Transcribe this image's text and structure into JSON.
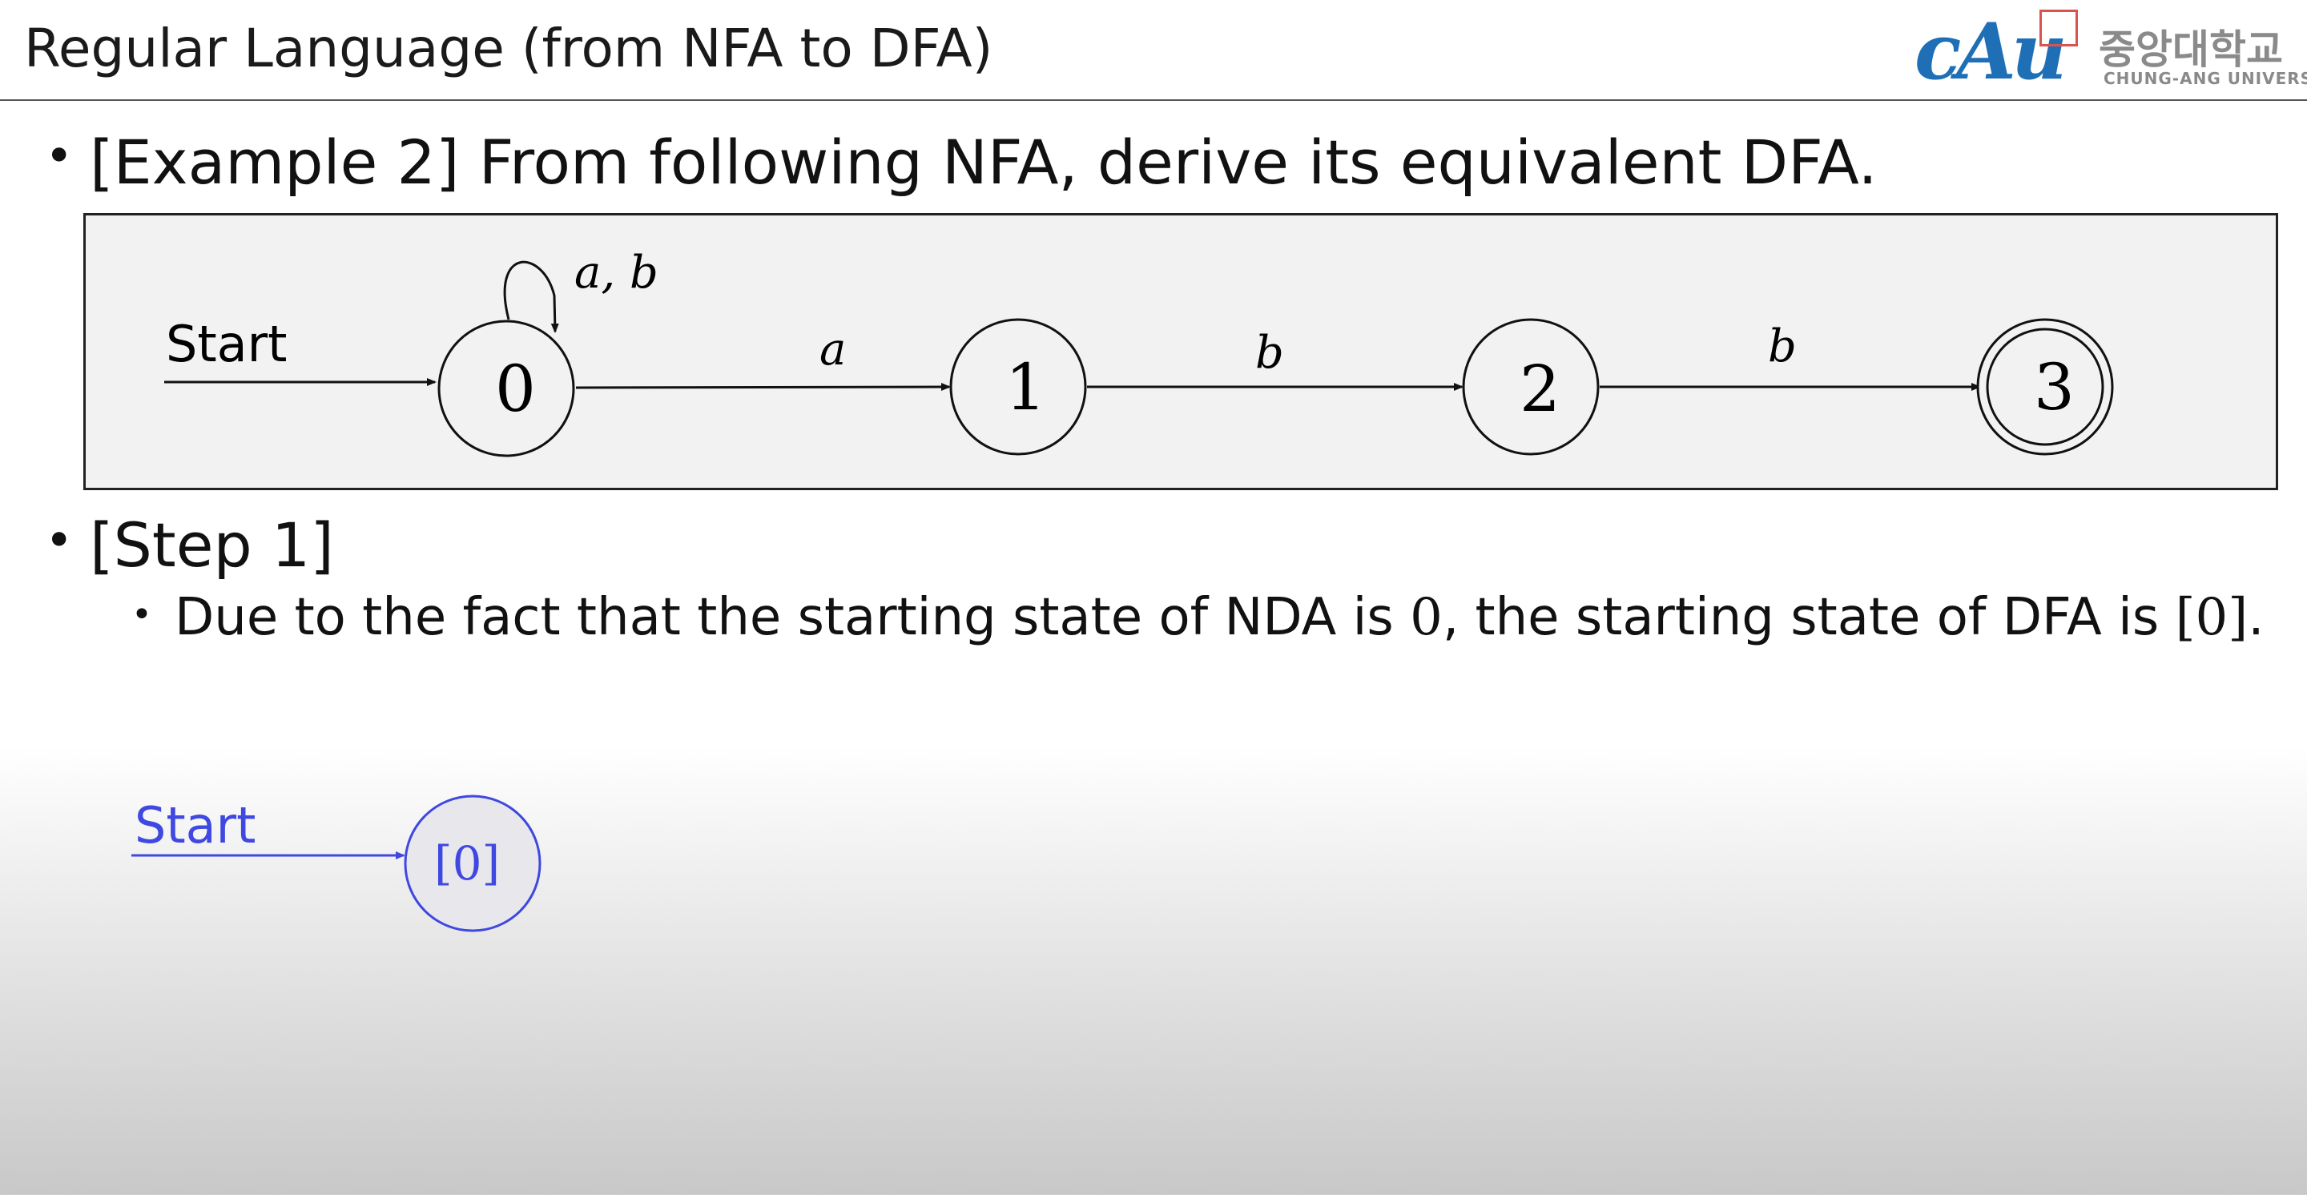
{
  "header": {
    "title": "Regular Language (from NFA to DFA)",
    "logo_mark": "cAu",
    "logo_korean": "중앙대학교",
    "logo_english": "CHUNG-ANG UNIVERSITY"
  },
  "bullets": {
    "example": "[Example 2] From following NFA, derive its equivalent DFA.",
    "step": "[Step 1]",
    "step_detail_prefix": "Due to the fact that the starting state of NDA is ",
    "step_detail_state": "0",
    "step_detail_middle": ", the starting state of DFA is ",
    "step_detail_dfa_state": "[0]",
    "step_detail_suffix": "."
  },
  "nfa": {
    "start_label": "Start",
    "states": [
      "0",
      "1",
      "2",
      "3"
    ],
    "accepting_state": "3",
    "self_loop_label": "a, b",
    "transitions": [
      {
        "from": "0",
        "to": "1",
        "label": "a"
      },
      {
        "from": "1",
        "to": "2",
        "label": "b"
      },
      {
        "from": "2",
        "to": "3",
        "label": "b"
      }
    ]
  },
  "dfa": {
    "start_label": "Start",
    "state": "[0]",
    "color": "#3f48e0"
  }
}
